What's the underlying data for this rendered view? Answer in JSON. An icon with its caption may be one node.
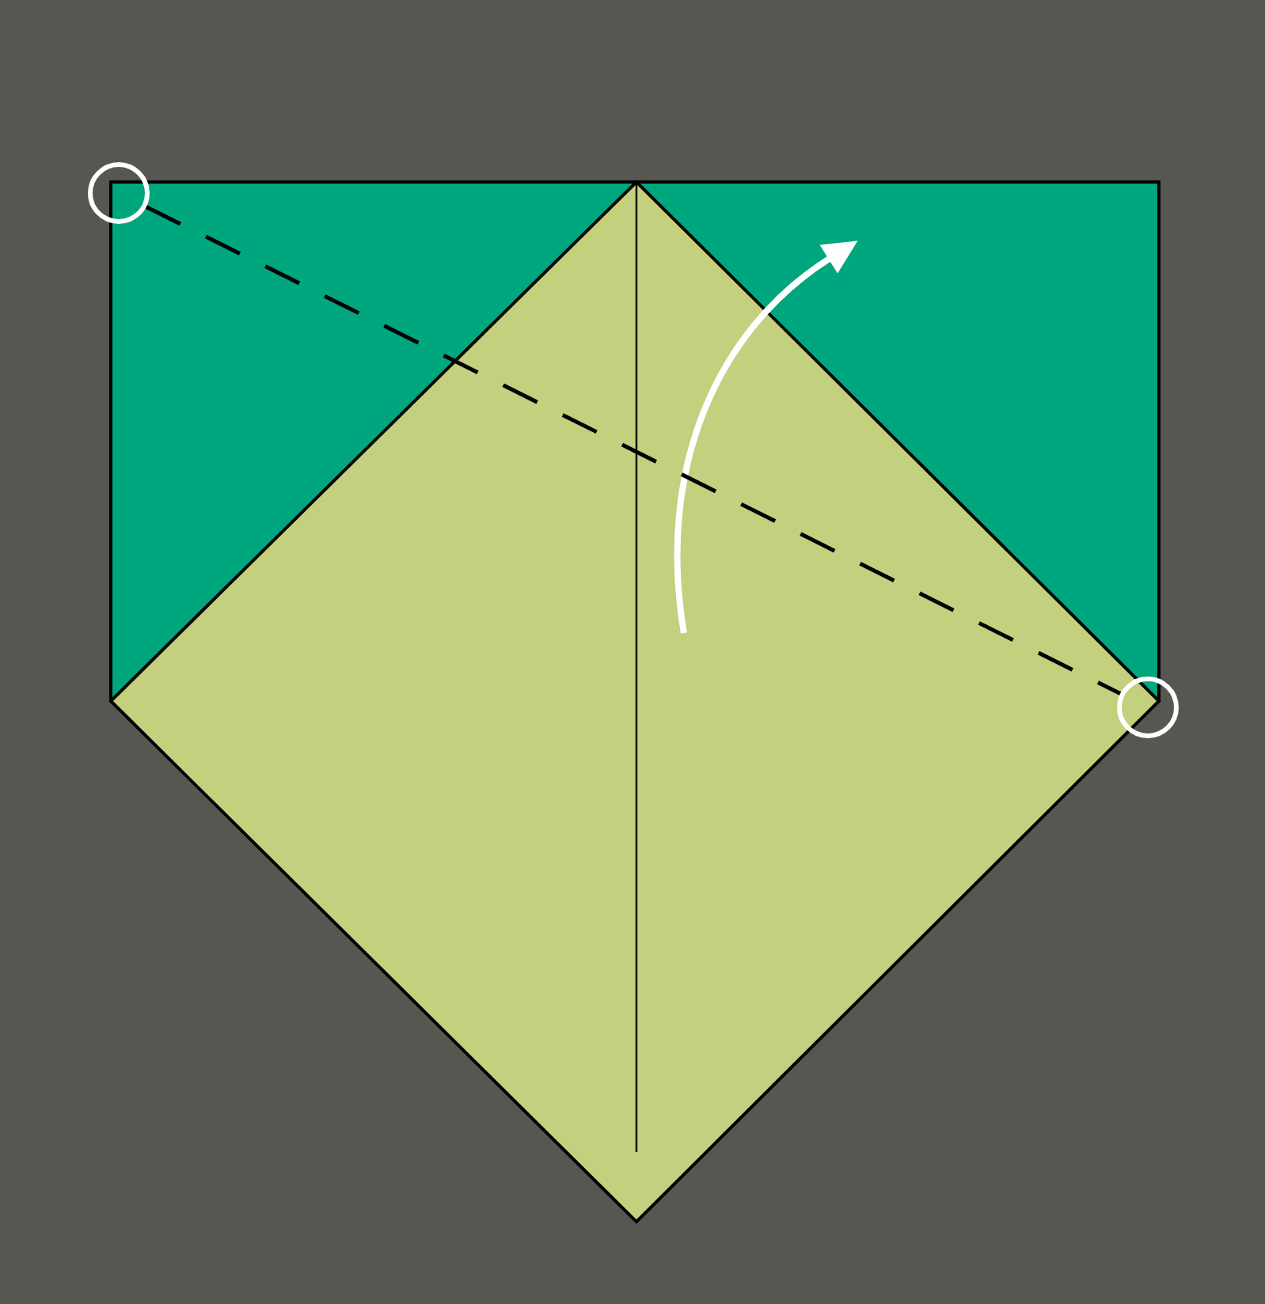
{
  "diagram": {
    "nodes": [
      {
        "text": [],
        "shape": "circle"
      },
      {
        "text": [],
        "shape": "circle"
      }
    ],
    "edges": [
      {
        "from": 0,
        "to": 1,
        "arrow": "none",
        "style": "dashed"
      }
    ]
  }
}
